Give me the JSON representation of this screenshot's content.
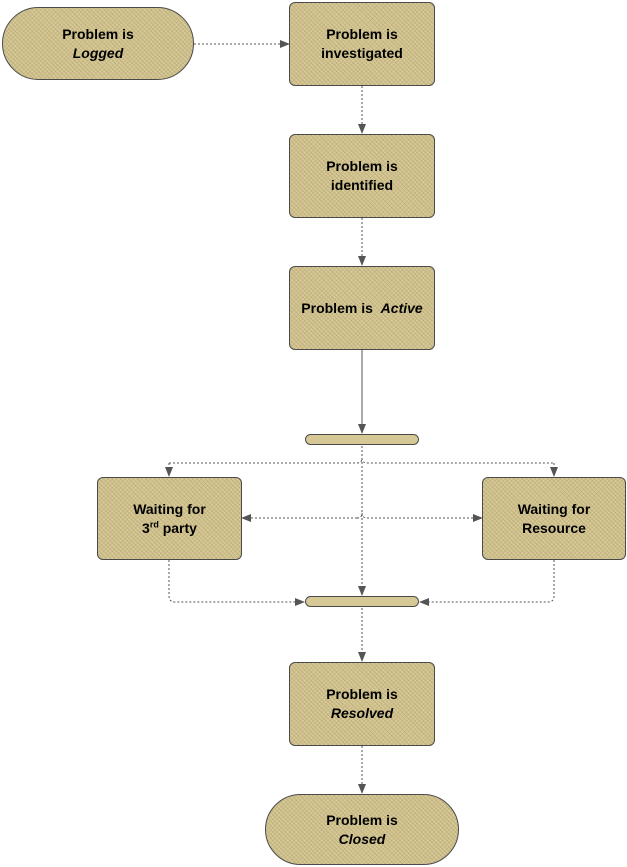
{
  "nodes": {
    "logged": {
      "line1": "Problem is",
      "line2": "Logged"
    },
    "investigated": {
      "line1": "Problem is",
      "line2": "investigated"
    },
    "identified": {
      "line1": "Problem is",
      "line2": "identified"
    },
    "active": {
      "line1": "Problem is",
      "line2": "Active"
    },
    "third_party": {
      "line1": "Waiting for",
      "line2_num": "3",
      "line2_sup": "rd",
      "line2_rest": "party"
    },
    "resource": {
      "line1": "Waiting for",
      "line2": "Resource"
    },
    "resolved": {
      "line1": "Problem is",
      "line2": "Resolved"
    },
    "closed": {
      "line1": "Problem is",
      "line2": "Closed"
    }
  },
  "colors": {
    "node_fill": "#d6c996",
    "stroke": "#555555",
    "arrow": "#555555"
  }
}
